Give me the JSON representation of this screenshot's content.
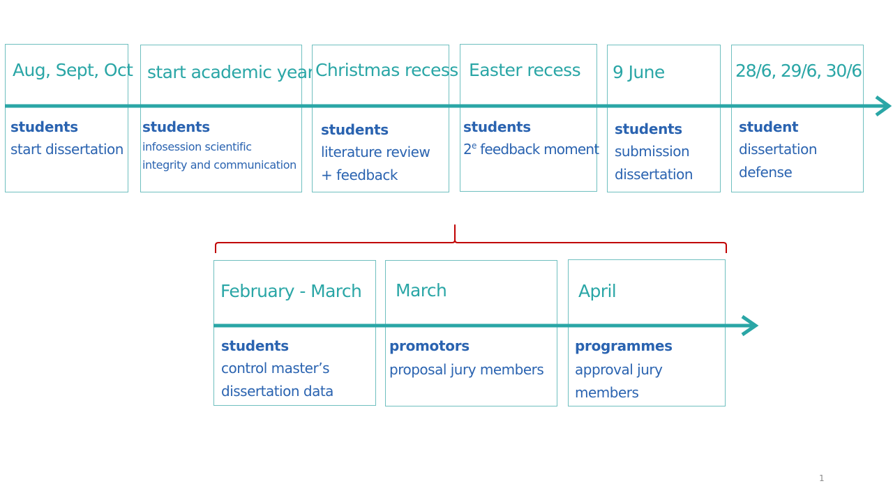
{
  "top_timeline": [
    {
      "date": "Aug, Sept, Oct",
      "who": "students",
      "lines": [
        "start dissertation"
      ]
    },
    {
      "date": "start academic year",
      "who": "students",
      "lines": [
        "infosession scientific",
        "integrity and communication"
      ]
    },
    {
      "date": "Christmas recess",
      "who": "students",
      "lines": [
        "literature review",
        "+ feedback"
      ]
    },
    {
      "date": "Easter recess",
      "who": "students",
      "line_prefix": "2",
      "line_sup": "e",
      "line_suffix": " feedback moment"
    },
    {
      "date": "9 June",
      "who": "students",
      "lines": [
        "submission",
        "dissertation"
      ]
    },
    {
      "date": "28/6, 29/6, 30/6",
      "who": "student",
      "lines": [
        "dissertation",
        "defense"
      ]
    }
  ],
  "bottom_timeline": [
    {
      "date": "February - March",
      "who": "students",
      "lines": [
        "control master’s",
        "dissertation data"
      ]
    },
    {
      "date": "March",
      "who": "promotors",
      "lines": [
        "proposal jury members"
      ]
    },
    {
      "date": "April",
      "who": "programmes",
      "lines": [
        "approval jury",
        "members"
      ]
    }
  ],
  "page_number": "1",
  "colors": {
    "teal": "#2aa6a6",
    "blue": "#2a63b0",
    "border": "#6fbfbf",
    "bracket": "#c00000"
  }
}
